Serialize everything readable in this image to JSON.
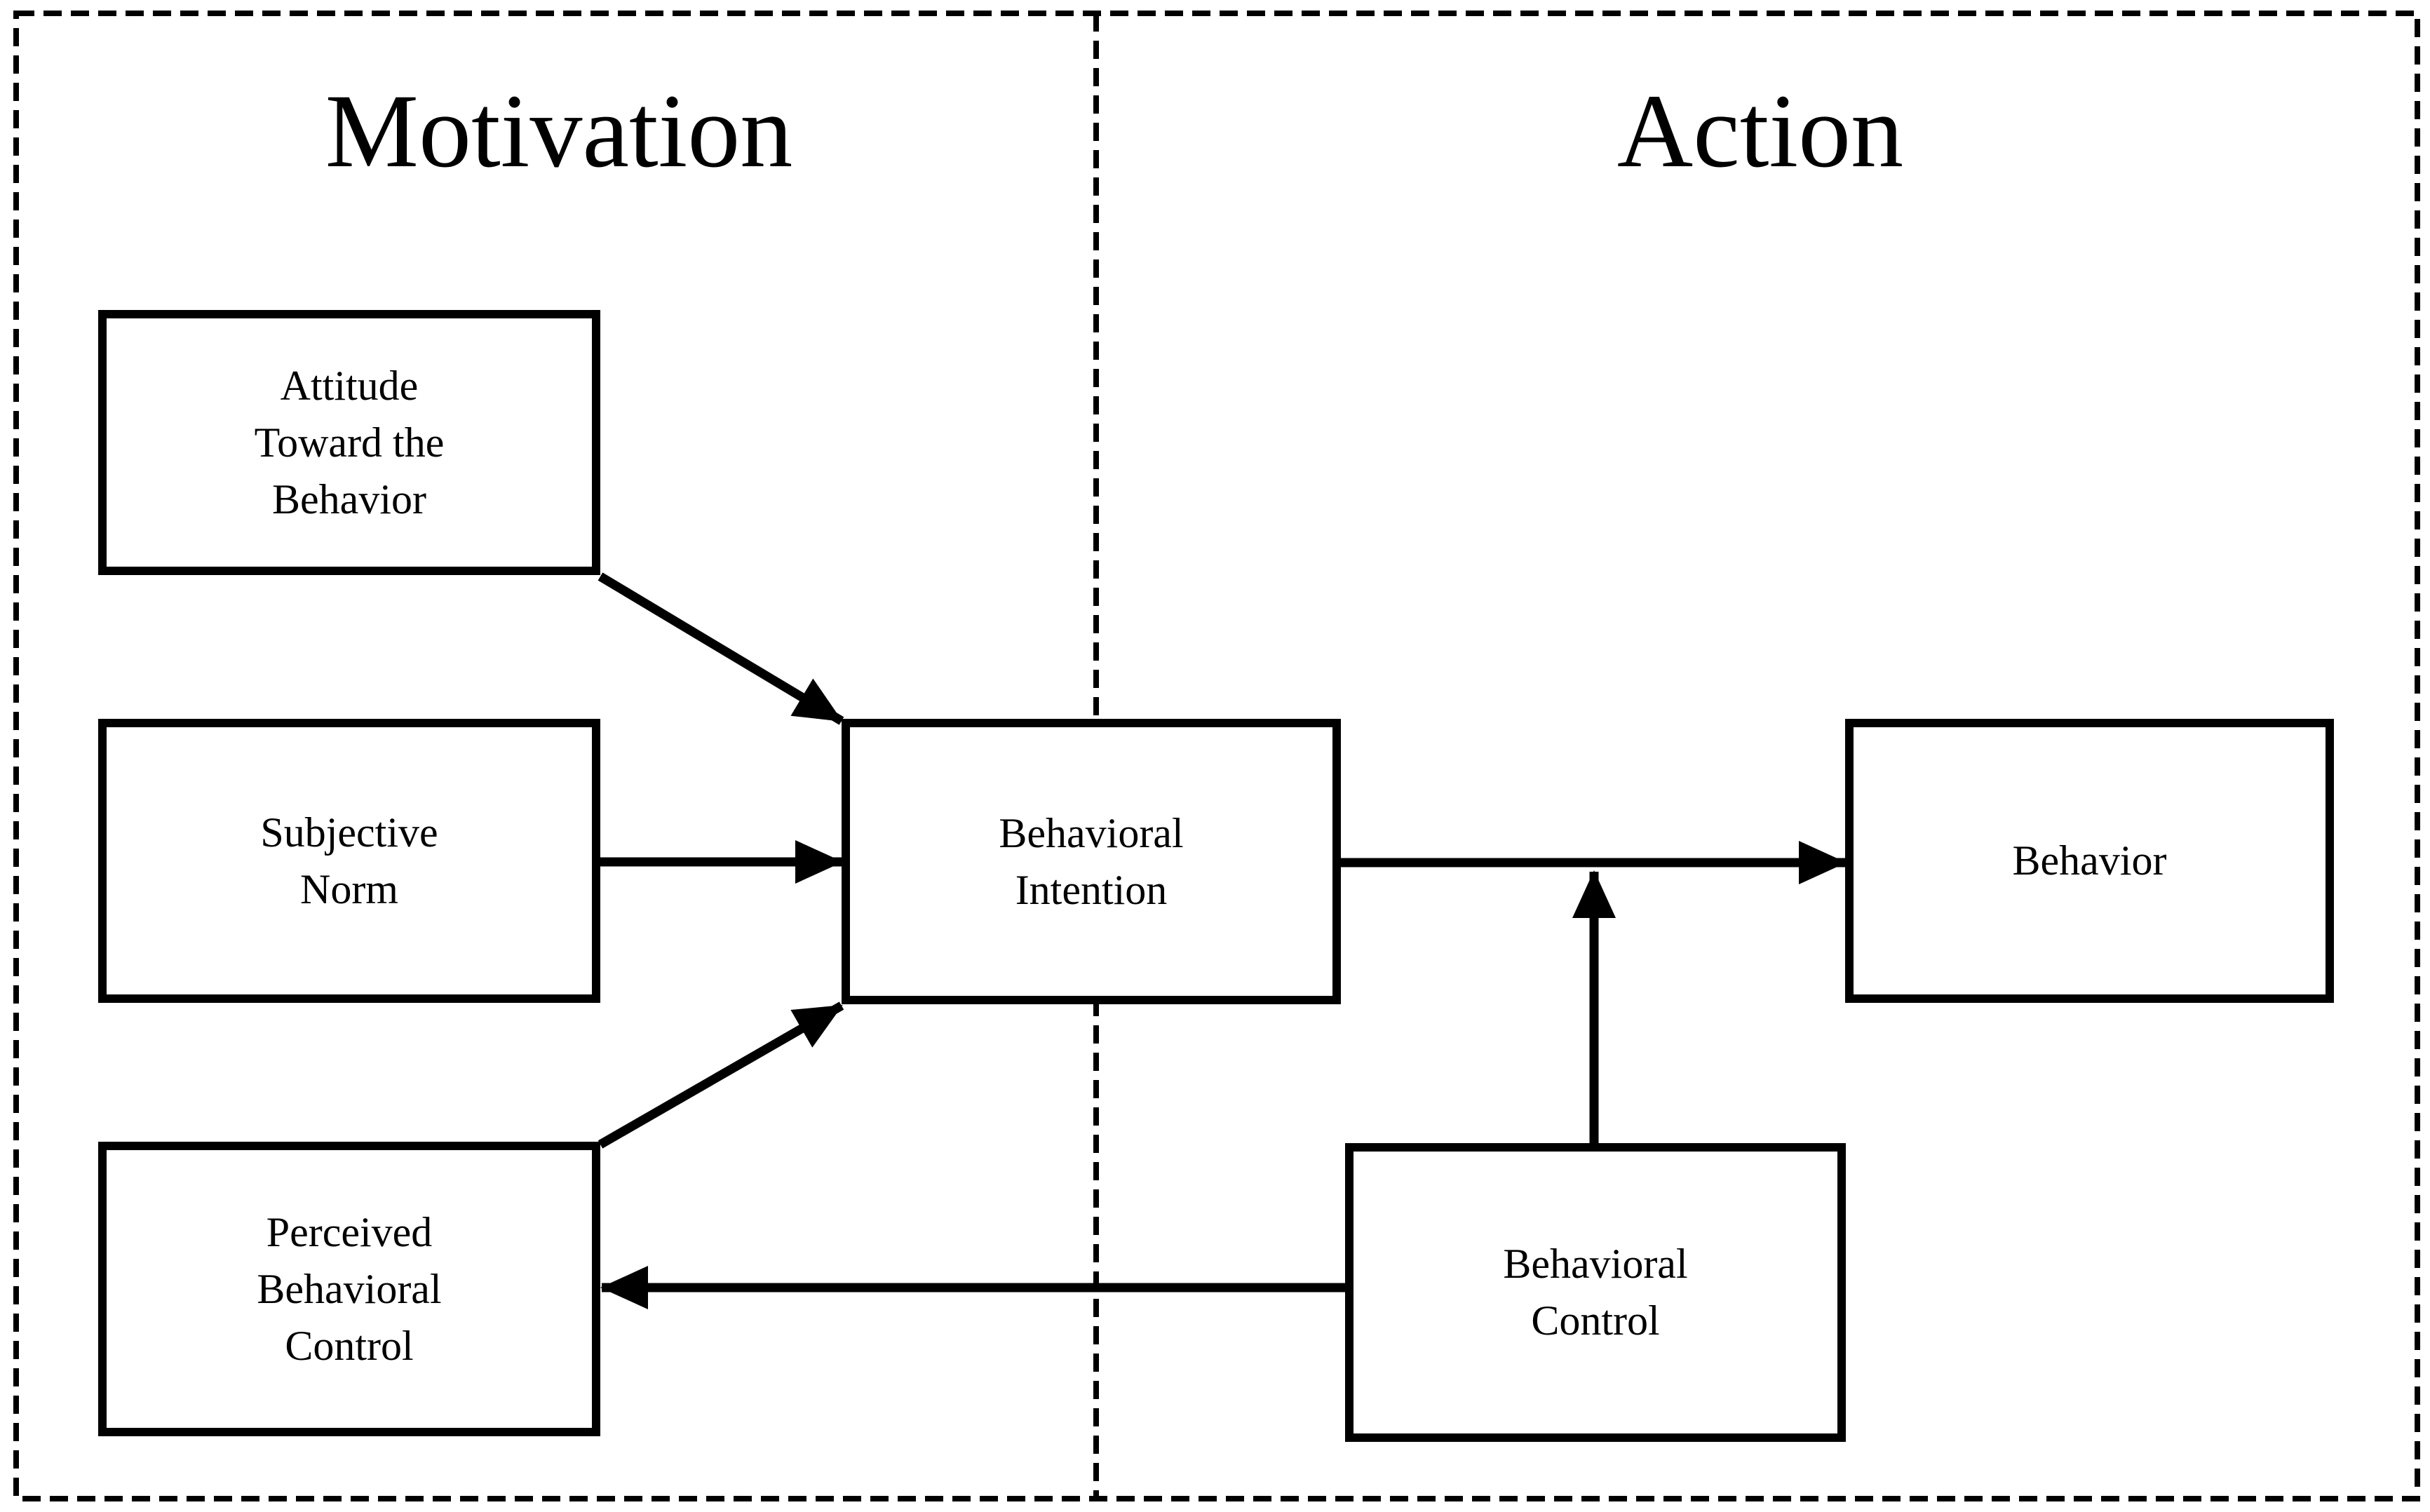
{
  "figure": {
    "background_color": "#ffffff",
    "line_color": "#000000",
    "border_style": "dashed"
  },
  "sections": {
    "motivation": {
      "title": "Motivation"
    },
    "action": {
      "title": "Action"
    }
  },
  "boxes": {
    "attitude": {
      "label": "Attitude Toward the Behavior",
      "lines": [
        "Attitude",
        "Toward the",
        "Behavior"
      ]
    },
    "subjective_norm": {
      "label": "Subjective Norm",
      "lines": [
        "Subjective",
        "Norm"
      ]
    },
    "perceived_behavioral_control": {
      "label": "Perceived Behavioral Control",
      "lines": [
        "Perceived",
        "Behavioral",
        "Control"
      ]
    },
    "behavioral_intention": {
      "label": "Behavioral Intention",
      "lines": [
        "Behavioral",
        "Intention"
      ]
    },
    "behavior": {
      "label": "Behavior",
      "lines": [
        "Behavior"
      ]
    },
    "behavioral_control": {
      "label": "Behavioral Control",
      "lines": [
        "Behavioral",
        "Control"
      ]
    }
  },
  "arrows": [
    {
      "from": "attitude",
      "to": "behavioral_intention"
    },
    {
      "from": "subjective_norm",
      "to": "behavioral_intention"
    },
    {
      "from": "perceived_behavioral_control",
      "to": "behavioral_intention"
    },
    {
      "from": "behavioral_intention",
      "to": "behavior"
    },
    {
      "from": "behavioral_control",
      "to": "intention_to_behavior_link"
    },
    {
      "from": "behavioral_control",
      "to": "perceived_behavioral_control"
    }
  ]
}
